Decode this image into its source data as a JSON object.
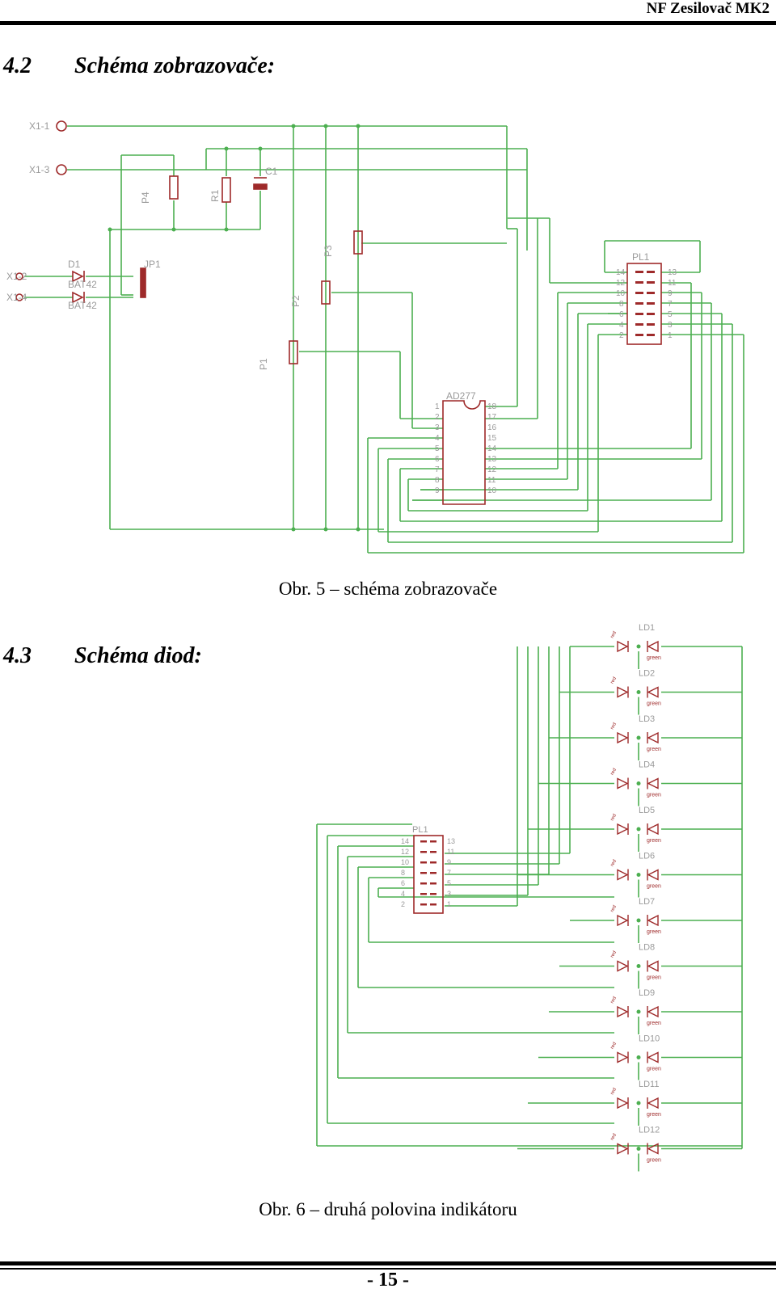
{
  "header": {
    "title": "NF Zesilovač MK2"
  },
  "section1": {
    "number": "4.2",
    "title": "Schéma zobrazovače:"
  },
  "figure1": {
    "caption": "Obr. 5 – schéma zobrazovače",
    "labels": {
      "x11": "X1-1",
      "x13": "X1-3",
      "x12": "X1-2",
      "x14": "X1-4",
      "d1": "D1",
      "bat42a": "BAT42",
      "bat42b": "BAT42",
      "jp1": "JP1",
      "p1": "P1",
      "p2": "P2",
      "p3": "P3",
      "p4": "P4",
      "r1": "R1",
      "c1": "C1",
      "ad277": "AD277",
      "pl1": "PL1"
    },
    "ic_left_pins": [
      "1",
      "2",
      "3",
      "4",
      "5",
      "6",
      "7",
      "8",
      "9"
    ],
    "ic_right_pins": [
      "18",
      "17",
      "16",
      "15",
      "14",
      "13",
      "12",
      "11",
      "10"
    ],
    "pl_left_pins": [
      "14",
      "12",
      "10",
      "8",
      "6",
      "4",
      "2"
    ],
    "pl_right_pins": [
      "13",
      "11",
      "9",
      "7",
      "5",
      "3",
      "1"
    ]
  },
  "section2": {
    "number": "4.3",
    "title": "Schéma diod:"
  },
  "figure2": {
    "caption": "Obr. 6 – druhá polovina indikátoru",
    "pl_label": "PL1",
    "pl_left_pins": [
      "14",
      "12",
      "10",
      "8",
      "6",
      "4",
      "2"
    ],
    "pl_right_pins": [
      "13",
      "11",
      "9",
      "7",
      "5",
      "3",
      "1"
    ],
    "leds": [
      "LD1",
      "LD2",
      "LD3",
      "LD4",
      "LD5",
      "LD6",
      "LD7",
      "LD8",
      "LD9",
      "LD10",
      "LD11",
      "LD12"
    ],
    "led_red": "red",
    "led_green": "green"
  },
  "footer": {
    "page_number": "- 15 -"
  },
  "colors": {
    "wire": "#4caf50",
    "component": "#9e2a2a",
    "label": "#9a9a9a"
  }
}
